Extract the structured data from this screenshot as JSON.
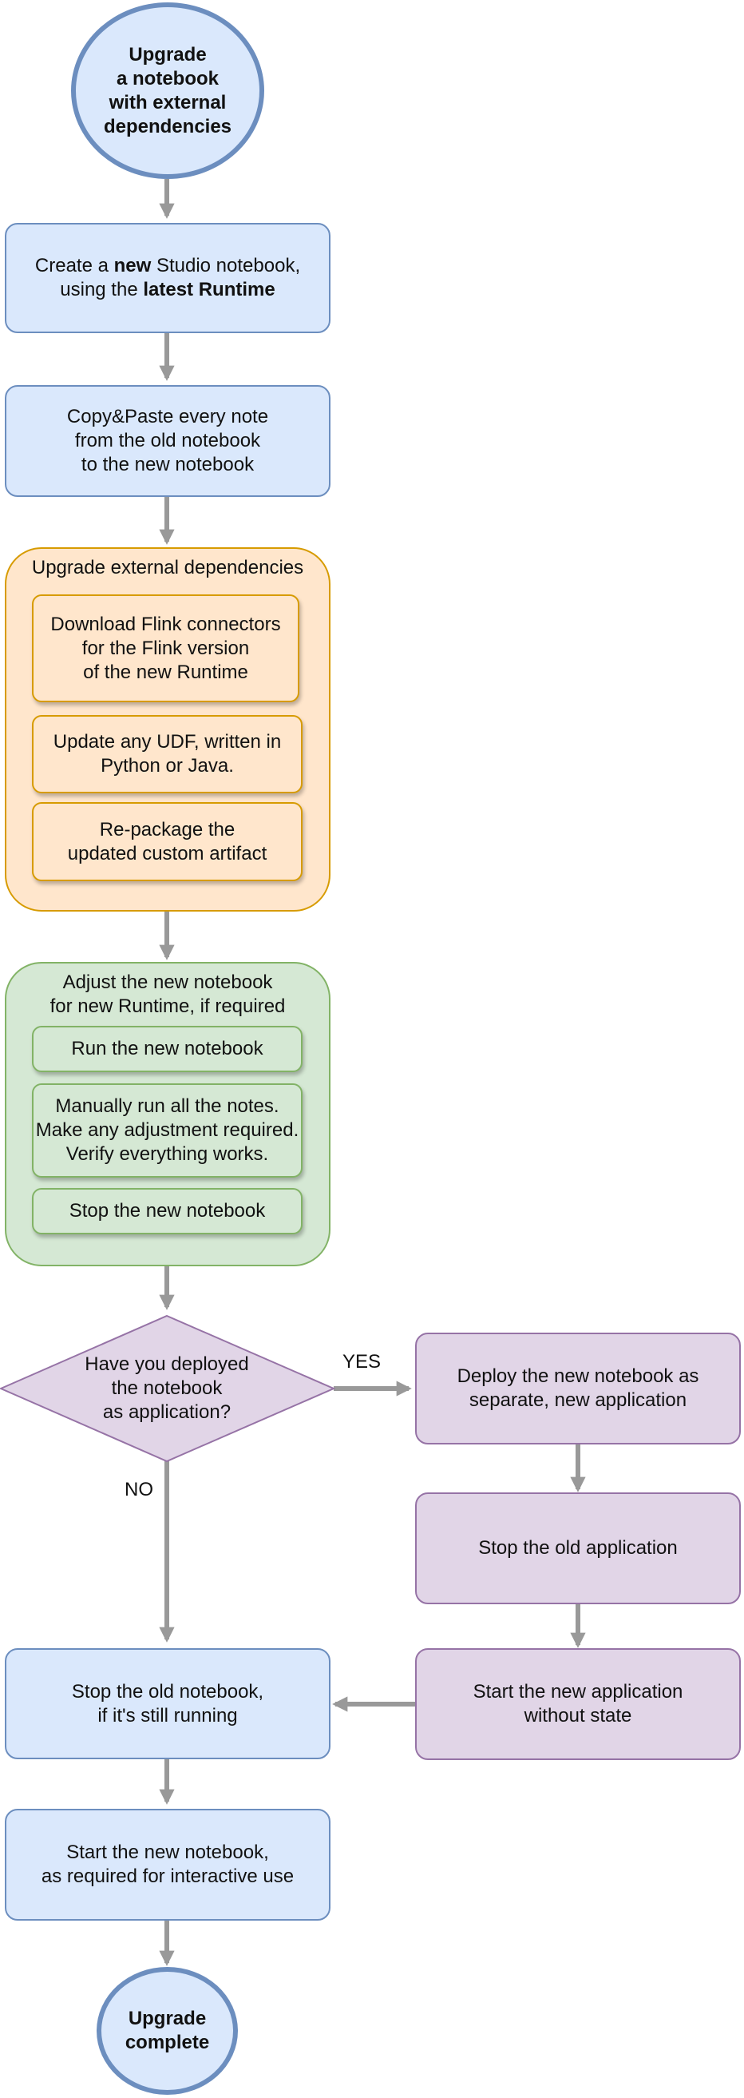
{
  "start": [
    "Upgrade",
    "a notebook",
    "with external",
    "dependencies"
  ],
  "create_notebook": {
    "line1_pre": "Create a ",
    "line1_bold": "new",
    "line1_post": " Studio notebook,",
    "line2_pre": "using the ",
    "line2_bold": "latest Runtime"
  },
  "copy_paste": [
    "Copy&Paste every note",
    "from the old notebook",
    "to the new notebook"
  ],
  "upgrade_group": {
    "title": "Upgrade external dependencies",
    "download": [
      "Download Flink connectors",
      "for the Flink version",
      "of the new Runtime"
    ],
    "update_udf": [
      "Update any UDF, written in",
      "Python or Java."
    ],
    "repackage": [
      "Re-package the",
      "updated custom artifact"
    ]
  },
  "adjust_group": {
    "title": [
      "Adjust the new notebook",
      "for new Runtime, if required"
    ],
    "run": "Run the new notebook",
    "manual": [
      "Manually run all the notes.",
      "Make any adjustment required.",
      "Verify everything works."
    ],
    "stop": "Stop the new notebook"
  },
  "decision": [
    "Have you deployed",
    "the notebook",
    "as application?"
  ],
  "yes_label": "YES",
  "no_label": "NO",
  "deploy_new": [
    "Deploy the new notebook as",
    "separate, new application"
  ],
  "stop_old_app": "Stop the old application",
  "start_new_app": [
    "Start the new application",
    "without state"
  ],
  "stop_old_notebook": [
    "Stop the old notebook,",
    "if it's still running"
  ],
  "start_new_notebook": [
    "Start the new notebook,",
    "as required for interactive use"
  ],
  "end": [
    "Upgrade",
    "complete"
  ],
  "colors": {
    "blue_fill": "#dae8fc",
    "blue_stroke": "#6c8ebf",
    "orange_fill": "#ffe6cc",
    "orange_stroke": "#d79b00",
    "green_fill": "#d5e8d4",
    "green_stroke": "#82b366",
    "purple_fill": "#e1d5e7",
    "purple_stroke": "#9673a6",
    "arrow": "#999999"
  }
}
